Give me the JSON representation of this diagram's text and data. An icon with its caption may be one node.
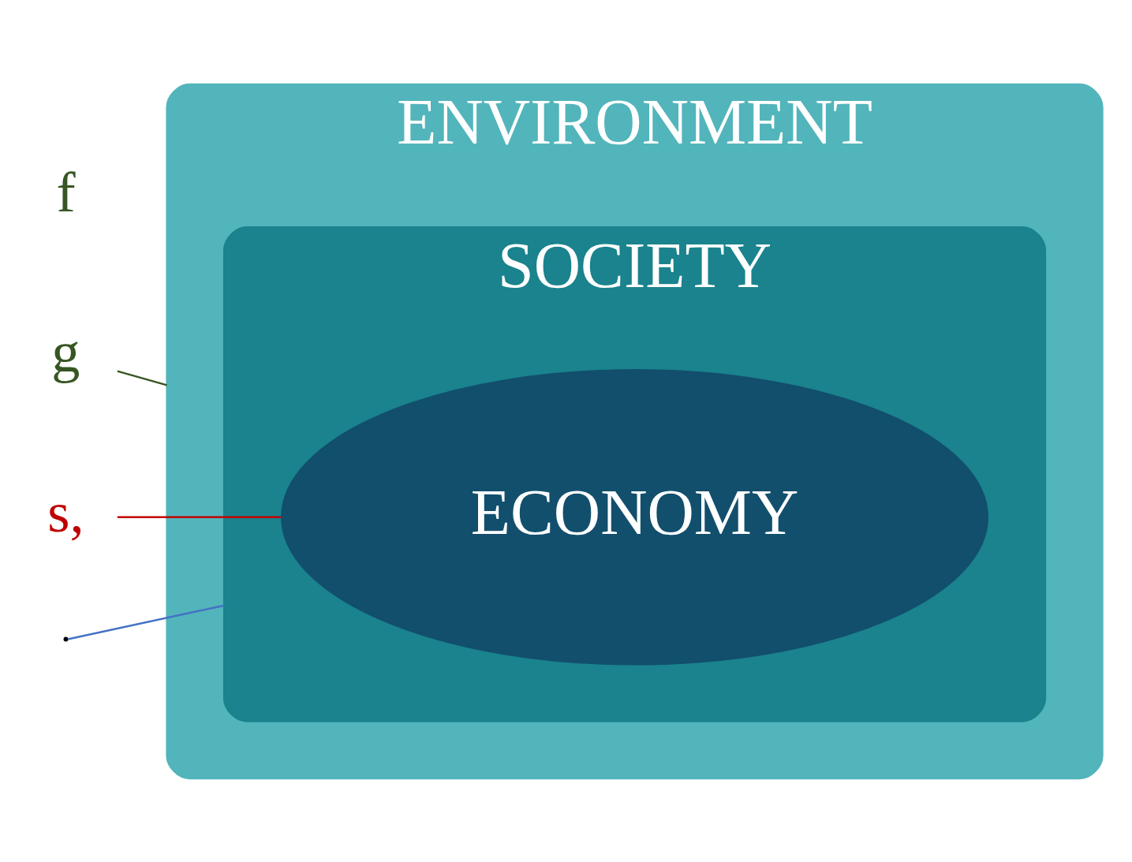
{
  "diagram": {
    "nodes": [
      {
        "text": [
          "ENVIRONMENT"
        ]
      },
      {
        "text": [
          "SOCIETY"
        ],
        "in": 0
      },
      {
        "text": [
          "ECONOMY"
        ],
        "in": 1
      },
      {
        "text": [
          "g"
        ]
      },
      {
        "text": [
          "s,"
        ]
      }
    ],
    "edges": [
      {
        "from": 3,
        "to": 0,
        "arrow": "none",
        "color": "#375623"
      },
      {
        "from": null,
        "to": 1,
        "arrow": "none",
        "color": "#4472c4"
      },
      {
        "from": 4,
        "to": 2,
        "arrow": "none",
        "color": "#c00000"
      }
    ],
    "labels": [
      "f"
    ]
  }
}
